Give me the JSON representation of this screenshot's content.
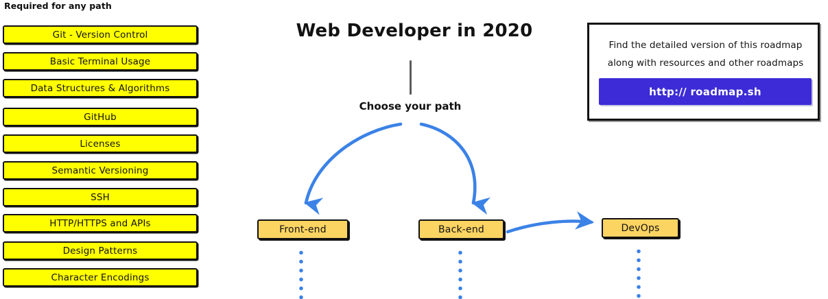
{
  "sidebar": {
    "title": "Required for any path",
    "items": [
      {
        "label": "Git - Version Control"
      },
      {
        "label": "Basic Terminal Usage"
      },
      {
        "label": "Data Structures & Algorithms"
      },
      {
        "label": "GitHub"
      },
      {
        "label": "Licenses"
      },
      {
        "label": "Semantic Versioning"
      },
      {
        "label": "SSH"
      },
      {
        "label": "HTTP/HTTPS and APIs"
      },
      {
        "label": "Design Patterns"
      },
      {
        "label": "Character Encodings"
      }
    ]
  },
  "diagram": {
    "title": "Web Developer in 2020",
    "choose_label": "Choose your path",
    "paths": [
      {
        "label": "Front-end"
      },
      {
        "label": "Back-end"
      },
      {
        "label": "DevOps"
      }
    ]
  },
  "info": {
    "line1": "Find the detailed version of this roadmap",
    "line2": "along with resources and other roadmaps",
    "button_label": "http:// roadmap.sh"
  },
  "colors": {
    "required_box_fill": "#ffff00",
    "path_box_fill": "#fcd462",
    "arrow_blue": "#3b82e6",
    "link_button": "#3c2bd6",
    "stem_gray": "#5c5c5c",
    "outline": "#111111"
  }
}
